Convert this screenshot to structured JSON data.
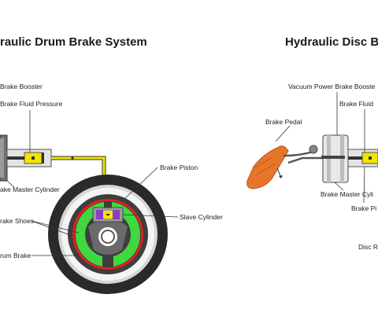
{
  "left_panel": {
    "title": "raulic Drum Brake System",
    "labels": {
      "brake_booster": "Brake Booster",
      "brake_fluid_pressure": "Brake Fluid Pressure",
      "brake_master_cylinder": "ake Master Cylinder",
      "brake_piston": "Brake Piston",
      "slave_cylinder": "Slave Cylinder",
      "brake_shoes": "rake Shoes",
      "drum_brake": "rum Brake"
    }
  },
  "right_panel": {
    "title": "Hydraulic Disc B",
    "labels": {
      "vacuum_power_brake_booster": "Vacuum Power Brake Booste",
      "brake_fluid": "Brake Fluid",
      "brake_pedal": "Brake Pedal",
      "brake_master_cylinder": "Brake Master Cyli",
      "brake_piston": "Brake Pi",
      "disc": "Disc R"
    }
  },
  "colors": {
    "fluid_yellow": "#f2e600",
    "tire_black": "#2a2a2a",
    "shoe_green": "#3fd83f",
    "drum_red": "#e02020",
    "pedal_orange": "#e8762a",
    "steel_gray": "#8a8a8a"
  }
}
